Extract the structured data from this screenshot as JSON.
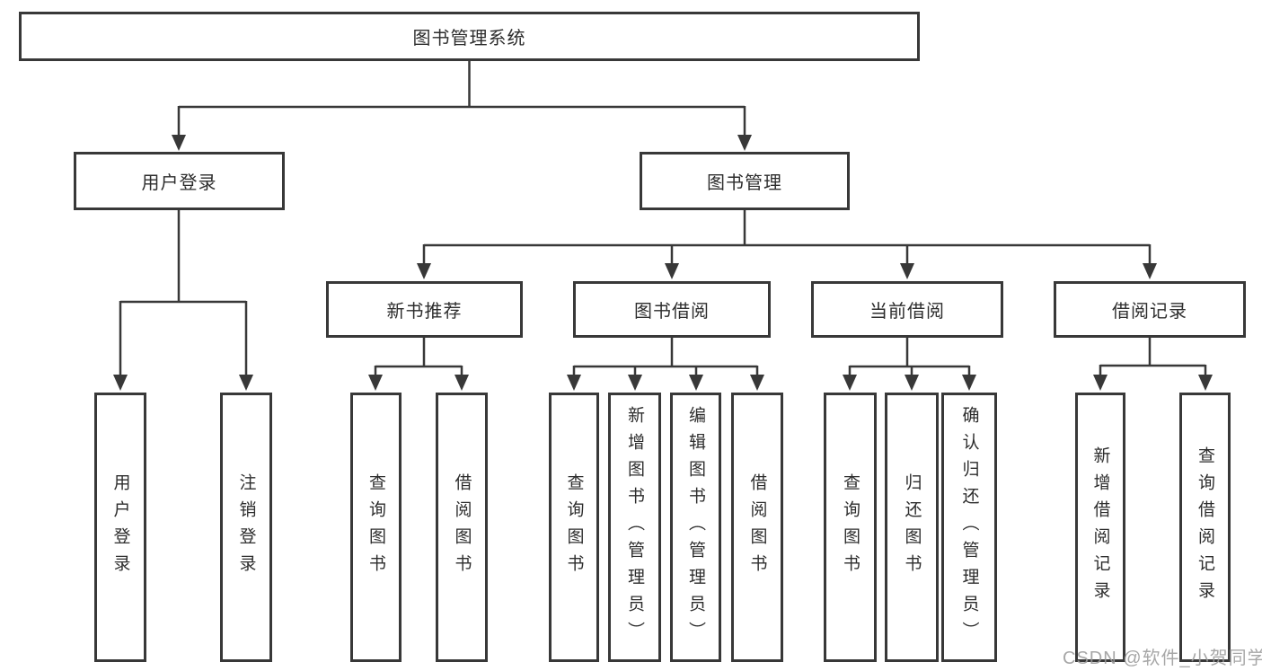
{
  "title": "图书管理系统",
  "colors": {
    "line": "#383838",
    "box_border": "#383838",
    "text": "#2d2d2d",
    "background": "#ffffff",
    "watermark": "#9b9b9b"
  },
  "tree": {
    "root": "图书管理系统",
    "branches": {
      "user_login": {
        "label": "用户登录",
        "children": [
          "用户登录",
          "注销登录"
        ]
      },
      "book_mgmt": {
        "label": "图书管理",
        "sections": {
          "new_book_rec": {
            "label": "新书推荐",
            "children": [
              "查询图书",
              "借阅图书"
            ]
          },
          "book_borrow": {
            "label": "图书借阅",
            "children": [
              "查询图书",
              "新增图书（管理员）",
              "编辑图书（管理员）",
              "借阅图书"
            ]
          },
          "current_borrow": {
            "label": "当前借阅",
            "children": [
              "查询图书",
              "归还图书",
              "确认归还（管理员）"
            ]
          },
          "borrow_records": {
            "label": "借阅记录",
            "children": [
              "新增借阅记录",
              "查询借阅记录"
            ]
          }
        }
      }
    }
  },
  "watermark": "CSDN @软件_小贺同学"
}
